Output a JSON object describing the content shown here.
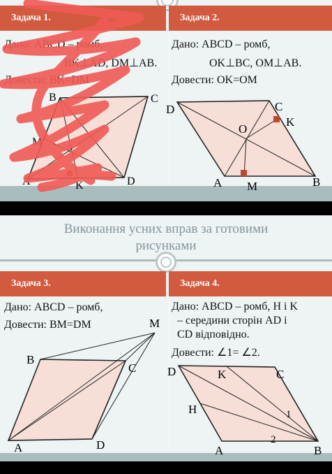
{
  "slide1": {
    "task1": {
      "header": "Задача 1.",
      "given_line1": "Дано: ABCD – ромб,",
      "given_line2": "BK⊥AD, DM⊥AB.",
      "prove": "Довести: BK=DM",
      "labels": {
        "B": "B",
        "C": "C",
        "M": "M",
        "A": "A",
        "K": "K",
        "D": "D"
      }
    },
    "task2": {
      "header": "Задача 2.",
      "given_line1": "Дано: ABCD – ромб,",
      "given_line2": "OK⊥BC, OM⊥AB.",
      "prove": "Довести: OK=OM",
      "labels": {
        "D": "D",
        "C": "C",
        "K": "K",
        "O": "O",
        "A": "A",
        "M": "M",
        "B": "B"
      }
    }
  },
  "slide2": {
    "title_line1": "Виконання усних вправ за готовими",
    "title_line2": "рисунками",
    "task3": {
      "header": "Задача 3.",
      "given": "Дано: ABCD – ромб,",
      "prove": "Довести: BM=DM",
      "labels": {
        "M": "M",
        "B": "B",
        "C": "C",
        "A": "A",
        "D": "D"
      }
    },
    "task4": {
      "header": "Задача 4.",
      "given_line1": "Дано: ABCD – ромб, H і K",
      "given_line2": "– середини сторін AD і",
      "given_line3": "CD відповідно.",
      "prove": "Довести: ∠1= ∠2.",
      "labels": {
        "D": "D",
        "K": "K",
        "C": "C",
        "H": "H",
        "one": "1",
        "two": "2",
        "A": "A",
        "B": "B"
      }
    }
  },
  "colors": {
    "header_red": "#d25a3e",
    "band_gray": "#a9bdbe",
    "slide_bg": "#eef3f3",
    "rhombus_fill": "#f7dfd8",
    "right_angle_mark": "#c0462c",
    "scribble_red": "#f05a55",
    "title_gray": "#8196a0"
  }
}
